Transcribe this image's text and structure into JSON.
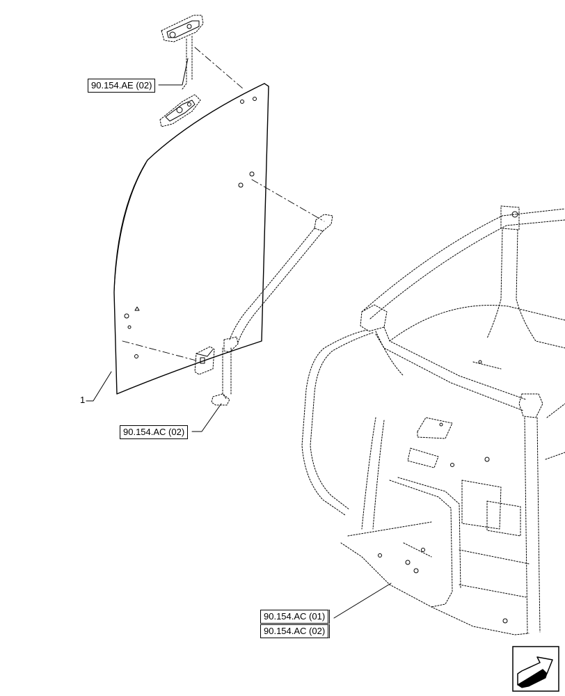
{
  "item_label": "1",
  "references": {
    "top_bracket": "90.154.AE (02)",
    "lower_bracket": "90.154.AC (02)",
    "cab_frame_1": "90.154.AC (01)",
    "cab_frame_2": "90.154.AC (02)"
  },
  "colors": {
    "line": "#000000",
    "background": "#ffffff"
  },
  "icons": {
    "navigation": "next-page-arrow-icon"
  }
}
